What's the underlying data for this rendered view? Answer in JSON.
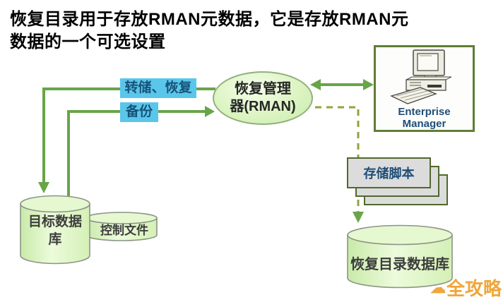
{
  "title": {
    "text": "恢复目录用于存放RMAN元数据，它是存放RMAN元数据的一个可选设置",
    "lines": [
      "恢复目录用于存放RMAN元数据，它是存放RMAN元",
      "数据的一个可选设置"
    ]
  },
  "edges": {
    "transfer_restore": {
      "label": "转储、恢复"
    },
    "backup": {
      "label": "备份"
    }
  },
  "nodes": {
    "rman": {
      "label": "恢复管理器(RMAN)",
      "lines": [
        "恢复管理",
        "器(RMAN)"
      ]
    },
    "enterprise_manager": {
      "label": "Enterprise Manager",
      "lines": [
        "Enterprise",
        "Manager"
      ]
    },
    "stored_scripts": {
      "label": "存储脚本"
    },
    "target_database": {
      "label": "目标数据库",
      "lines": [
        "目标数据",
        "库"
      ]
    },
    "control_file": {
      "label": "控制文件"
    },
    "recovery_catalog_database": {
      "label": "恢复目录数据库"
    }
  },
  "watermark": {
    "text": "全攻略"
  },
  "colors": {
    "line_green": "#68a549",
    "dash_olive": "#93a23f",
    "label_bg": "#5ac6ea",
    "label_text": "#17537a",
    "node_fill_green": "#d9f3bd",
    "node_border_gray": "#8b9585",
    "scripts_fill": "#dcdcdc",
    "scripts_border": "#50682f",
    "em_border_green": "#5f7e35",
    "blue_text": "#1f4e79",
    "watermark_gold": "#f0a63a"
  }
}
